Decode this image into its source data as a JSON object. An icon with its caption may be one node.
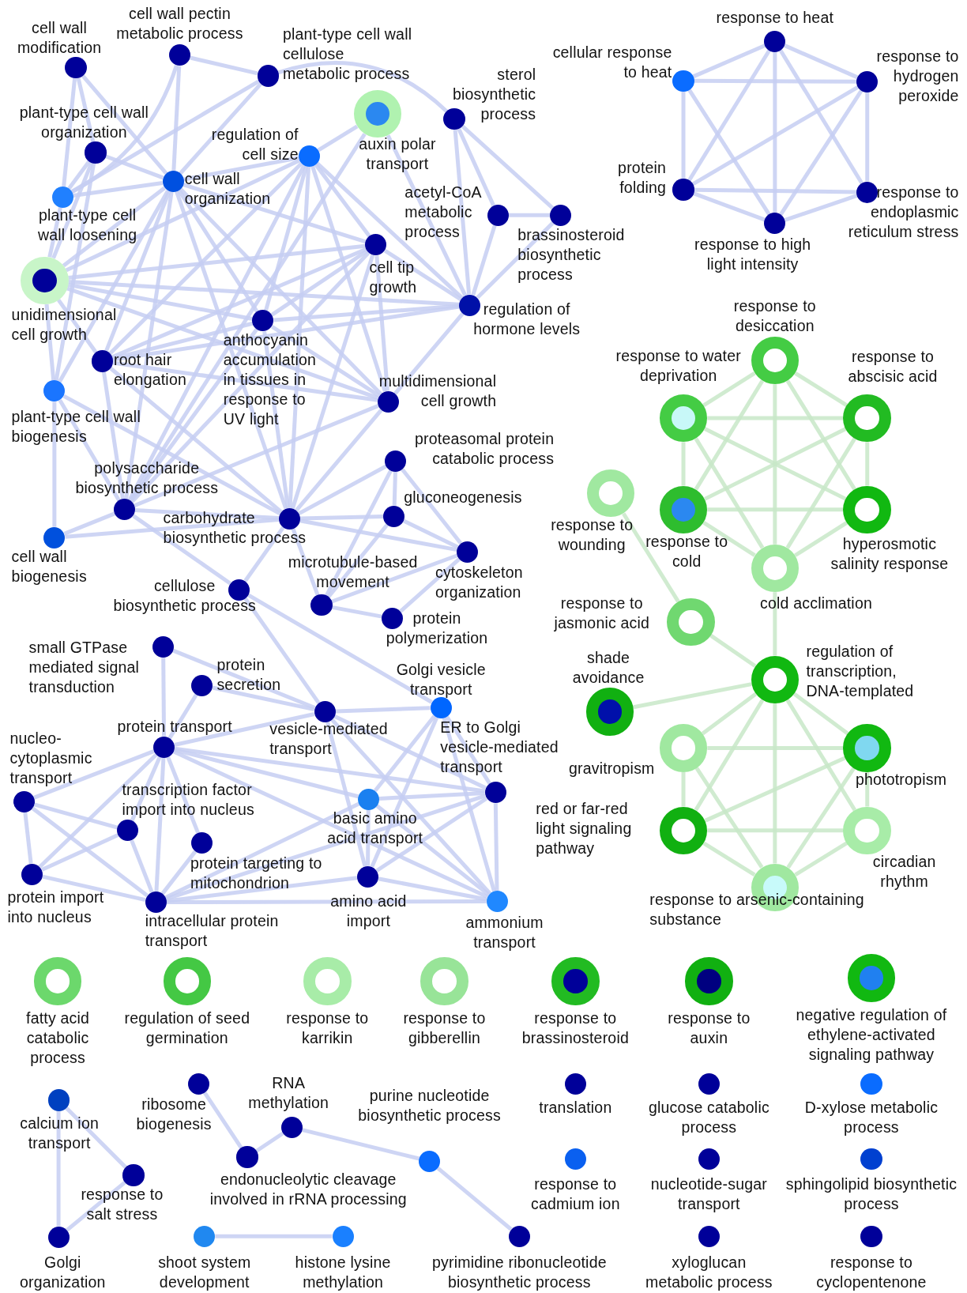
{
  "diagram": {
    "nodes": [
      {
        "text": [
          "cell wall modification"
        ]
      },
      {
        "text": [
          "cell wall pectin metabolic process"
        ]
      },
      {
        "text": [
          "plant-type cell wall cellulose metabolic process"
        ]
      },
      {
        "text": [
          "sterol biosynthetic process"
        ]
      },
      {
        "text": [
          "plant-type cell wall organization"
        ]
      },
      {
        "text": [
          "regulation of cell size"
        ]
      },
      {
        "text": [
          "auxin polar transport"
        ]
      },
      {
        "text": [
          "cell wall organization"
        ]
      },
      {
        "text": [
          "plant-type cell wall loosening"
        ]
      },
      {
        "text": [
          "acetyl-CoA metabolic process"
        ]
      },
      {
        "text": [
          "brassinosteroid biosynthetic process"
        ]
      },
      {
        "text": [
          "unidimensional cell growth"
        ]
      },
      {
        "text": [
          "cell tip growth"
        ]
      },
      {
        "text": [
          "regulation of hormone levels"
        ]
      },
      {
        "text": [
          "anthocyanin accumulation in tissues in response to UV light"
        ]
      },
      {
        "text": [
          "root hair elongation"
        ]
      },
      {
        "text": [
          "multidimensional cell growth"
        ]
      },
      {
        "text": [
          "plant-type cell wall biogenesis"
        ]
      },
      {
        "text": [
          "proteasomal protein catabolic process"
        ]
      },
      {
        "text": [
          "polysaccharide biosynthetic process"
        ]
      },
      {
        "text": [
          "carbohydrate biosynthetic process"
        ]
      },
      {
        "text": [
          "gluconeogenesis"
        ]
      },
      {
        "text": [
          "cell wall biogenesis"
        ]
      },
      {
        "text": [
          "cytoskeleton organization"
        ]
      },
      {
        "text": [
          "cellulose biosynthetic process"
        ]
      },
      {
        "text": [
          "microtubule-based movement"
        ]
      },
      {
        "text": [
          "protein polymerization"
        ]
      },
      {
        "text": [
          "response to heat"
        ]
      },
      {
        "text": [
          "cellular response to heat"
        ]
      },
      {
        "text": [
          "response to hydrogen peroxide"
        ]
      },
      {
        "text": [
          "protein folding"
        ]
      },
      {
        "text": [
          "response to endoplasmic reticulum stress"
        ]
      },
      {
        "text": [
          "response to high light intensity"
        ]
      },
      {
        "text": [
          "response to desiccation"
        ]
      },
      {
        "text": [
          "response to water deprivation"
        ]
      },
      {
        "text": [
          "response to abscisic acid"
        ]
      },
      {
        "text": [
          "response to wounding"
        ]
      },
      {
        "text": [
          "response to cold"
        ]
      },
      {
        "text": [
          "hyperosmotic salinity response"
        ]
      },
      {
        "text": [
          "cold acclimation"
        ]
      },
      {
        "text": [
          "response to jasmonic acid"
        ]
      },
      {
        "text": [
          "shade avoidance"
        ]
      },
      {
        "text": [
          "regulation of transcription, DNA-templated"
        ]
      },
      {
        "text": [
          "gravitropism"
        ]
      },
      {
        "text": [
          "phototropism"
        ]
      },
      {
        "text": [
          "red or far-red light signaling pathway"
        ]
      },
      {
        "text": [
          "circadian rhythm"
        ]
      },
      {
        "text": [
          "response to arsenic-containing substance"
        ]
      },
      {
        "text": [
          "fatty acid catabolic process"
        ]
      },
      {
        "text": [
          "regulation of seed germination"
        ]
      },
      {
        "text": [
          "response to karrikin"
        ]
      },
      {
        "text": [
          "response to gibberellin"
        ]
      },
      {
        "text": [
          "response to brassinosteroid"
        ]
      },
      {
        "text": [
          "response to auxin"
        ]
      },
      {
        "text": [
          "negative regulation of ethylene-activated signaling pathway"
        ]
      },
      {
        "text": [
          "small GTPase mediated signal transduction"
        ]
      },
      {
        "text": [
          "protein secretion"
        ]
      },
      {
        "text": [
          "Golgi vesicle transport"
        ]
      },
      {
        "text": [
          "vesicle-mediated transport"
        ]
      },
      {
        "text": [
          "protein transport"
        ]
      },
      {
        "text": [
          "nucleo- cytoplasmic transport"
        ]
      },
      {
        "text": [
          "ER to Golgi vesicle-mediated transport"
        ]
      },
      {
        "text": [
          "transcription factor import into nucleus"
        ]
      },
      {
        "text": [
          "basic amino acid transport"
        ]
      },
      {
        "text": [
          "protein targeting to mitochondrion"
        ]
      },
      {
        "text": [
          "protein import into nucleus"
        ]
      },
      {
        "text": [
          "amino acid import"
        ]
      },
      {
        "text": [
          "intracellular protein transport"
        ]
      },
      {
        "text": [
          "ammonium transport"
        ]
      },
      {
        "text": [
          "calcium ion transport"
        ]
      },
      {
        "text": [
          "ribosome biogenesis"
        ]
      },
      {
        "text": [
          "RNA methylation"
        ]
      },
      {
        "text": [
          "purine nucleotide biosynthetic process"
        ]
      },
      {
        "text": [
          "translation"
        ]
      },
      {
        "text": [
          "glucose catabolic process"
        ]
      },
      {
        "text": [
          "D-xylose metabolic process"
        ]
      },
      {
        "text": [
          "response to salt stress"
        ]
      },
      {
        "text": [
          "endonucleolytic cleavage involved in rRNA processing"
        ]
      },
      {
        "text": [
          "response to cadmium ion"
        ]
      },
      {
        "text": [
          "nucleotide-sugar transport"
        ]
      },
      {
        "text": [
          "sphingolipid biosynthetic process"
        ]
      },
      {
        "text": [
          "Golgi organization"
        ]
      },
      {
        "text": [
          "shoot system development"
        ]
      },
      {
        "text": [
          "histone lysine methylation"
        ]
      },
      {
        "text": [
          "pyrimidine ribonucleotide biosynthetic process"
        ]
      },
      {
        "text": [
          "xyloglucan metabolic process"
        ]
      },
      {
        "text": [
          "response to cyclopentenone"
        ]
      }
    ],
    "edges": [
      {
        "from": 0,
        "to": 4,
        "arrow": "none"
      },
      {
        "from": 0,
        "to": 7,
        "arrow": "none"
      },
      {
        "from": 0,
        "to": 8,
        "arrow": "none"
      },
      {
        "from": 1,
        "to": 2,
        "arrow": "none"
      },
      {
        "from": 1,
        "to": 7,
        "arrow": "none"
      },
      {
        "from": 1,
        "to": 8,
        "arrow": "none"
      },
      {
        "from": 2,
        "to": 7,
        "arrow": "none"
      },
      {
        "from": 2,
        "to": 3,
        "arrow": "none"
      },
      {
        "from": 2,
        "to": 8,
        "arrow": "none"
      },
      {
        "from": 3,
        "to": 9,
        "arrow": "none"
      },
      {
        "from": 3,
        "to": 10,
        "arrow": "none"
      },
      {
        "from": 3,
        "to": 13,
        "arrow": "none"
      },
      {
        "from": 4,
        "to": 7,
        "arrow": "none"
      },
      {
        "from": 4,
        "to": 8,
        "arrow": "none"
      },
      {
        "from": 4,
        "to": 11,
        "arrow": "none"
      },
      {
        "from": 4,
        "to": 17,
        "arrow": "none"
      },
      {
        "from": 5,
        "to": 6,
        "arrow": "none"
      },
      {
        "from": 5,
        "to": 7,
        "arrow": "none"
      },
      {
        "from": 5,
        "to": 11,
        "arrow": "none"
      },
      {
        "from": 5,
        "to": 12,
        "arrow": "none"
      },
      {
        "from": 5,
        "to": 13,
        "arrow": "none"
      },
      {
        "from": 5,
        "to": 14,
        "arrow": "none"
      },
      {
        "from": 5,
        "to": 15,
        "arrow": "none"
      },
      {
        "from": 5,
        "to": 16,
        "arrow": "none"
      },
      {
        "from": 5,
        "to": 19,
        "arrow": "none"
      },
      {
        "from": 5,
        "to": 20,
        "arrow": "none"
      },
      {
        "from": 6,
        "to": 13,
        "arrow": "none"
      },
      {
        "from": 6,
        "to": 19,
        "arrow": "none"
      },
      {
        "from": 7,
        "to": 8,
        "arrow": "none"
      },
      {
        "from": 7,
        "to": 11,
        "arrow": "none"
      },
      {
        "from": 7,
        "to": 12,
        "arrow": "none"
      },
      {
        "from": 7,
        "to": 14,
        "arrow": "none"
      },
      {
        "from": 7,
        "to": 15,
        "arrow": "none"
      },
      {
        "from": 7,
        "to": 16,
        "arrow": "none"
      },
      {
        "from": 7,
        "to": 17,
        "arrow": "none"
      },
      {
        "from": 7,
        "to": 19,
        "arrow": "none"
      },
      {
        "from": 7,
        "to": 20,
        "arrow": "none"
      },
      {
        "from": 8,
        "to": 11,
        "arrow": "none"
      },
      {
        "from": 9,
        "to": 10,
        "arrow": "none"
      },
      {
        "from": 9,
        "to": 13,
        "arrow": "none"
      },
      {
        "from": 10,
        "to": 13,
        "arrow": "none"
      },
      {
        "from": 11,
        "to": 12,
        "arrow": "none"
      },
      {
        "from": 11,
        "to": 13,
        "arrow": "none"
      },
      {
        "from": 11,
        "to": 14,
        "arrow": "none"
      },
      {
        "from": 11,
        "to": 15,
        "arrow": "none"
      },
      {
        "from": 11,
        "to": 16,
        "arrow": "none"
      },
      {
        "from": 11,
        "to": 17,
        "arrow": "none"
      },
      {
        "from": 12,
        "to": 13,
        "arrow": "none"
      },
      {
        "from": 12,
        "to": 14,
        "arrow": "none"
      },
      {
        "from": 12,
        "to": 15,
        "arrow": "none"
      },
      {
        "from": 12,
        "to": 16,
        "arrow": "none"
      },
      {
        "from": 12,
        "to": 19,
        "arrow": "none"
      },
      {
        "from": 12,
        "to": 20,
        "arrow": "none"
      },
      {
        "from": 13,
        "to": 14,
        "arrow": "none"
      },
      {
        "from": 13,
        "to": 15,
        "arrow": "none"
      },
      {
        "from": 13,
        "to": 16,
        "arrow": "none"
      },
      {
        "from": 14,
        "to": 15,
        "arrow": "none"
      },
      {
        "from": 14,
        "to": 16,
        "arrow": "none"
      },
      {
        "from": 14,
        "to": 19,
        "arrow": "none"
      },
      {
        "from": 14,
        "to": 20,
        "arrow": "none"
      },
      {
        "from": 15,
        "to": 16,
        "arrow": "none"
      },
      {
        "from": 15,
        "to": 19,
        "arrow": "none"
      },
      {
        "from": 15,
        "to": 20,
        "arrow": "none"
      },
      {
        "from": 16,
        "to": 19,
        "arrow": "none"
      },
      {
        "from": 16,
        "to": 20,
        "arrow": "none"
      },
      {
        "from": 17,
        "to": 19,
        "arrow": "none"
      },
      {
        "from": 17,
        "to": 20,
        "arrow": "none"
      },
      {
        "from": 17,
        "to": 22,
        "arrow": "none"
      },
      {
        "from": 18,
        "to": 20,
        "arrow": "none"
      },
      {
        "from": 18,
        "to": 21,
        "arrow": "none"
      },
      {
        "from": 18,
        "to": 23,
        "arrow": "none"
      },
      {
        "from": 18,
        "to": 25,
        "arrow": "none"
      },
      {
        "from": 19,
        "to": 20,
        "arrow": "none"
      },
      {
        "from": 19,
        "to": 22,
        "arrow": "none"
      },
      {
        "from": 19,
        "to": 24,
        "arrow": "none"
      },
      {
        "from": 20,
        "to": 21,
        "arrow": "none"
      },
      {
        "from": 20,
        "to": 22,
        "arrow": "none"
      },
      {
        "from": 20,
        "to": 23,
        "arrow": "none"
      },
      {
        "from": 20,
        "to": 24,
        "arrow": "none"
      },
      {
        "from": 20,
        "to": 25,
        "arrow": "none"
      },
      {
        "from": 21,
        "to": 23,
        "arrow": "none"
      },
      {
        "from": 21,
        "to": 25,
        "arrow": "none"
      },
      {
        "from": 23,
        "to": 25,
        "arrow": "none"
      },
      {
        "from": 23,
        "to": 26,
        "arrow": "none"
      },
      {
        "from": 25,
        "to": 26,
        "arrow": "none"
      },
      {
        "from": 24,
        "to": 58,
        "arrow": "none"
      },
      {
        "from": 24,
        "to": 57,
        "arrow": "none"
      },
      {
        "from": 27,
        "to": 28,
        "arrow": "none"
      },
      {
        "from": 27,
        "to": 29,
        "arrow": "none"
      },
      {
        "from": 27,
        "to": 30,
        "arrow": "none"
      },
      {
        "from": 27,
        "to": 31,
        "arrow": "none"
      },
      {
        "from": 27,
        "to": 32,
        "arrow": "none"
      },
      {
        "from": 28,
        "to": 29,
        "arrow": "none"
      },
      {
        "from": 28,
        "to": 30,
        "arrow": "none"
      },
      {
        "from": 28,
        "to": 32,
        "arrow": "none"
      },
      {
        "from": 29,
        "to": 30,
        "arrow": "none"
      },
      {
        "from": 29,
        "to": 31,
        "arrow": "none"
      },
      {
        "from": 29,
        "to": 32,
        "arrow": "none"
      },
      {
        "from": 30,
        "to": 31,
        "arrow": "none"
      },
      {
        "from": 30,
        "to": 32,
        "arrow": "none"
      },
      {
        "from": 31,
        "to": 32,
        "arrow": "none"
      },
      {
        "from": 33,
        "to": 34,
        "arrow": "none",
        "color": "#c8e8c8"
      },
      {
        "from": 33,
        "to": 35,
        "arrow": "none",
        "color": "#c8e8c8"
      },
      {
        "from": 33,
        "to": 37,
        "arrow": "none",
        "color": "#c8e8c8"
      },
      {
        "from": 33,
        "to": 38,
        "arrow": "none",
        "color": "#c8e8c8"
      },
      {
        "from": 33,
        "to": 39,
        "arrow": "none",
        "color": "#c8e8c8"
      },
      {
        "from": 34,
        "to": 35,
        "arrow": "none",
        "color": "#c8e8c8"
      },
      {
        "from": 34,
        "to": 37,
        "arrow": "none",
        "color": "#c8e8c8"
      },
      {
        "from": 34,
        "to": 38,
        "arrow": "none",
        "color": "#c8e8c8"
      },
      {
        "from": 34,
        "to": 39,
        "arrow": "none",
        "color": "#c8e8c8"
      },
      {
        "from": 35,
        "to": 37,
        "arrow": "none",
        "color": "#c8e8c8"
      },
      {
        "from": 35,
        "to": 38,
        "arrow": "none",
        "color": "#c8e8c8"
      },
      {
        "from": 35,
        "to": 39,
        "arrow": "none",
        "color": "#c8e8c8"
      },
      {
        "from": 37,
        "to": 38,
        "arrow": "none",
        "color": "#c8e8c8"
      },
      {
        "from": 37,
        "to": 39,
        "arrow": "none",
        "color": "#c8e8c8"
      },
      {
        "from": 38,
        "to": 39,
        "arrow": "none",
        "color": "#c8e8c8"
      },
      {
        "from": 39,
        "to": 42,
        "arrow": "none",
        "color": "#c8e8c8"
      },
      {
        "from": 36,
        "to": 40,
        "arrow": "none",
        "color": "#c8e8c8"
      },
      {
        "from": 40,
        "to": 42,
        "arrow": "none",
        "color": "#c8e8c8"
      },
      {
        "from": 41,
        "to": 42,
        "arrow": "none",
        "color": "#c8e8c8"
      },
      {
        "from": 42,
        "to": 43,
        "arrow": "none",
        "color": "#c8e8c8"
      },
      {
        "from": 42,
        "to": 44,
        "arrow": "none",
        "color": "#c8e8c8"
      },
      {
        "from": 42,
        "to": 45,
        "arrow": "none",
        "color": "#c8e8c8"
      },
      {
        "from": 42,
        "to": 46,
        "arrow": "none",
        "color": "#c8e8c8"
      },
      {
        "from": 42,
        "to": 47,
        "arrow": "none",
        "color": "#c8e8c8"
      },
      {
        "from": 43,
        "to": 44,
        "arrow": "none",
        "color": "#c8e8c8"
      },
      {
        "from": 43,
        "to": 45,
        "arrow": "none",
        "color": "#c8e8c8"
      },
      {
        "from": 43,
        "to": 47,
        "arrow": "none",
        "color": "#c8e8c8"
      },
      {
        "from": 44,
        "to": 45,
        "arrow": "none",
        "color": "#c8e8c8"
      },
      {
        "from": 44,
        "to": 46,
        "arrow": "none",
        "color": "#c8e8c8"
      },
      {
        "from": 44,
        "to": 47,
        "arrow": "none",
        "color": "#c8e8c8"
      },
      {
        "from": 45,
        "to": 46,
        "arrow": "none",
        "color": "#c8e8c8"
      },
      {
        "from": 45,
        "to": 47,
        "arrow": "none",
        "color": "#c8e8c8"
      },
      {
        "from": 46,
        "to": 47,
        "arrow": "none",
        "color": "#c8e8c8"
      },
      {
        "from": 55,
        "to": 59,
        "arrow": "none"
      },
      {
        "from": 55,
        "to": 58,
        "arrow": "none"
      },
      {
        "from": 56,
        "to": 59,
        "arrow": "none"
      },
      {
        "from": 56,
        "to": 58,
        "arrow": "none"
      },
      {
        "from": 58,
        "to": 57,
        "arrow": "none"
      },
      {
        "from": 58,
        "to": 59,
        "arrow": "none"
      },
      {
        "from": 58,
        "to": 66,
        "arrow": "none"
      },
      {
        "from": 58,
        "to": 68,
        "arrow": "none"
      },
      {
        "from": 58,
        "to": 61,
        "arrow": "none"
      },
      {
        "from": 57,
        "to": 61,
        "arrow": "none"
      },
      {
        "from": 57,
        "to": 63,
        "arrow": "none"
      },
      {
        "from": 57,
        "to": 66,
        "arrow": "none"
      },
      {
        "from": 57,
        "to": 68,
        "arrow": "none"
      },
      {
        "from": 59,
        "to": 60,
        "arrow": "none"
      },
      {
        "from": 59,
        "to": 62,
        "arrow": "none"
      },
      {
        "from": 59,
        "to": 64,
        "arrow": "none"
      },
      {
        "from": 59,
        "to": 65,
        "arrow": "none"
      },
      {
        "from": 59,
        "to": 67,
        "arrow": "none"
      },
      {
        "from": 59,
        "to": 61,
        "arrow": "none"
      },
      {
        "from": 59,
        "to": 63,
        "arrow": "none"
      },
      {
        "from": 59,
        "to": 68,
        "arrow": "none"
      },
      {
        "from": 60,
        "to": 62,
        "arrow": "none"
      },
      {
        "from": 60,
        "to": 65,
        "arrow": "none"
      },
      {
        "from": 60,
        "to": 67,
        "arrow": "none"
      },
      {
        "from": 62,
        "to": 65,
        "arrow": "none"
      },
      {
        "from": 62,
        "to": 67,
        "arrow": "none"
      },
      {
        "from": 65,
        "to": 67,
        "arrow": "none"
      },
      {
        "from": 67,
        "to": 64,
        "arrow": "none"
      },
      {
        "from": 67,
        "to": 63,
        "arrow": "none"
      },
      {
        "from": 67,
        "to": 61,
        "arrow": "none"
      },
      {
        "from": 67,
        "to": 66,
        "arrow": "none"
      },
      {
        "from": 67,
        "to": 68,
        "arrow": "none"
      },
      {
        "from": 63,
        "to": 61,
        "arrow": "none"
      },
      {
        "from": 63,
        "to": 66,
        "arrow": "none"
      },
      {
        "from": 63,
        "to": 68,
        "arrow": "none"
      },
      {
        "from": 61,
        "to": 66,
        "arrow": "none"
      },
      {
        "from": 61,
        "to": 68,
        "arrow": "none"
      },
      {
        "from": 66,
        "to": 68,
        "arrow": "none"
      },
      {
        "from": 69,
        "to": 76,
        "arrow": "none"
      },
      {
        "from": 69,
        "to": 81,
        "arrow": "none"
      },
      {
        "from": 76,
        "to": 81,
        "arrow": "none"
      },
      {
        "from": 70,
        "to": 77,
        "arrow": "none"
      },
      {
        "from": 77,
        "to": 71,
        "arrow": "none"
      },
      {
        "from": 71,
        "to": 72,
        "arrow": "none"
      },
      {
        "from": 72,
        "to": 84,
        "arrow": "none"
      },
      {
        "from": 82,
        "to": 83,
        "arrow": "none"
      }
    ]
  }
}
